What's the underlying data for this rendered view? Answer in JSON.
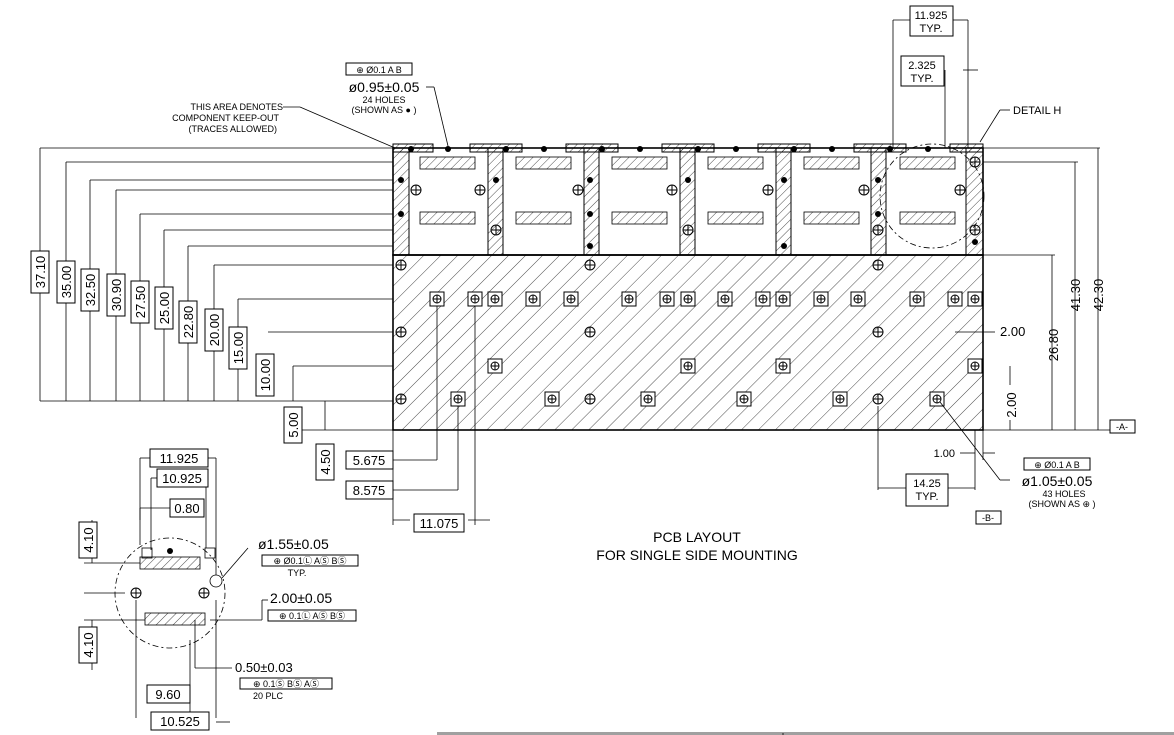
{
  "notes": {
    "keepout_line1": "THIS AREA DENOTES",
    "keepout_line2": "COMPONENT KEEP-OUT",
    "keepout_line3": "(TRACES ALLOWED)",
    "detail": "DETAIL H",
    "title_line1": "PCB LAYOUT",
    "title_line2": "FOR SINGLE SIDE MOUNTING"
  },
  "holes_small": {
    "tolerance_frame": "⊕ Ø0.1 A B",
    "size": "ø0.95±0.05",
    "count": "24 HOLES",
    "shown_as": "(SHOWN AS ● )"
  },
  "holes_large": {
    "tolerance_frame": "⊕ Ø0.1 A B",
    "size": "ø1.05±0.05",
    "count": "43 HOLES",
    "shown_as": "(SHOWN AS ⊕ )"
  },
  "datums": {
    "a": "-A-",
    "b": "-B-"
  },
  "top_dims": {
    "pitch": "11.925",
    "pitch_typ": "TYP.",
    "offset": "2.325",
    "offset_typ": "TYP."
  },
  "left_dims": [
    "37.10",
    "35.00",
    "32.50",
    "30.90",
    "27.50",
    "25.00",
    "22.80",
    "20.00",
    "15.00",
    "10.00",
    "5.00",
    "4.50"
  ],
  "bottom_dims": {
    "d1": "5.675",
    "d2": "8.575",
    "d3": "11.075",
    "d4": "14.25",
    "d4_typ": "TYP.",
    "d5": "1.00"
  },
  "right_dims": {
    "a": "2.00",
    "b": "2.00",
    "c": "26.80",
    "d": "41.30",
    "e": "42.30"
  },
  "detail_dims": {
    "w1": "11.925",
    "w2": "10.925",
    "w3": "0.80",
    "h1": "4.10",
    "h2": "4.10",
    "b1": "9.60",
    "b2": "10.525",
    "hole1_size": "ø1.55±0.05",
    "hole1_frame": "⊕ Ø0.1Ⓛ AⓈ BⓈ",
    "hole1_typ": "TYP.",
    "hole2_size": "2.00±0.05",
    "hole2_frame": "⊕ 0.1Ⓛ AⓈ BⓈ",
    "pin_size": "0.50±0.03",
    "pin_frame": "⊕ 0.1Ⓢ BⓈ AⓈ",
    "pin_count": "20 PLC"
  }
}
